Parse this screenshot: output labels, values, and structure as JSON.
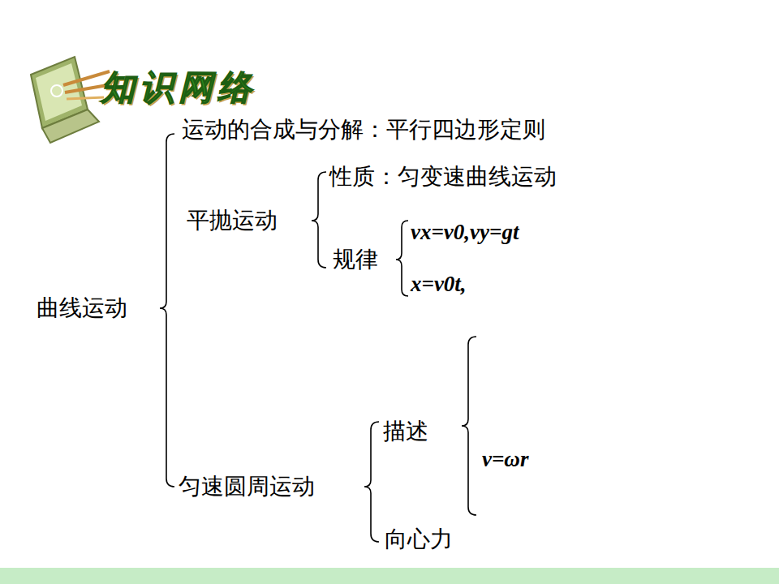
{
  "diagram": {
    "title": "知识网络",
    "labels": [
      "运动的合成与分解：平行四边形定则",
      "平抛运动",
      "性质：匀变速曲线运动",
      "规律",
      "vx=v0,vy=gt",
      "x=v0t,",
      "曲线运动",
      "描述",
      "v=ωr",
      "匀速圆周运动",
      "向心力"
    ]
  }
}
